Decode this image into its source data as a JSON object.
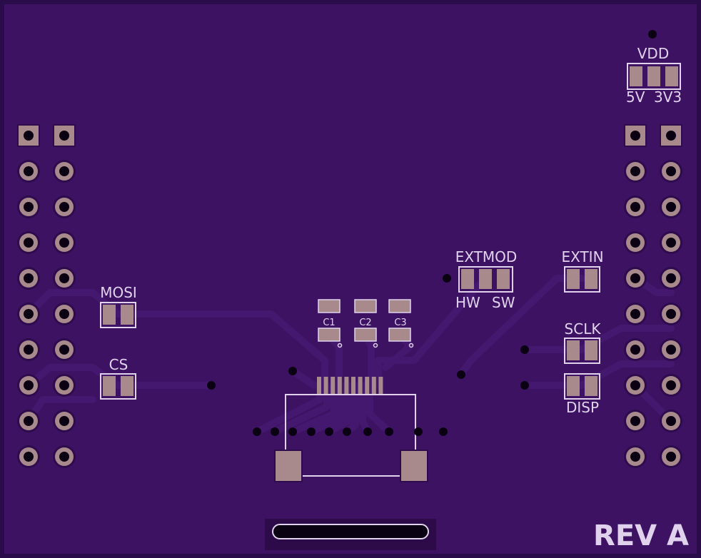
{
  "colors": {
    "board_edge": "#2a0c4a",
    "board": "#3d1263",
    "trace": "#45186f",
    "trace_outline": "#2a0a45",
    "pad": "#a88a8c",
    "pad_ring": "#2e0b4c",
    "silk": "#e0d2ec",
    "drill": "#0a0212",
    "slot_fill": "#2c0b48"
  },
  "labels": {
    "vdd": "VDD",
    "vdd_5v": "5V",
    "vdd_3v3": "3V3",
    "extmod": "EXTMOD",
    "extmod_hw": "HW",
    "extmod_sw": "SW",
    "extin": "EXTIN",
    "sclk": "SCLK",
    "disp": "DISP",
    "mosi": "MOSI",
    "cs": "CS",
    "c1": "C1",
    "c2": "C2",
    "c3": "C3",
    "revision": "REV A"
  },
  "headers": {
    "left_pins_per_column": 10,
    "right_pins_per_column": 10,
    "square_pin": "pin-1"
  }
}
